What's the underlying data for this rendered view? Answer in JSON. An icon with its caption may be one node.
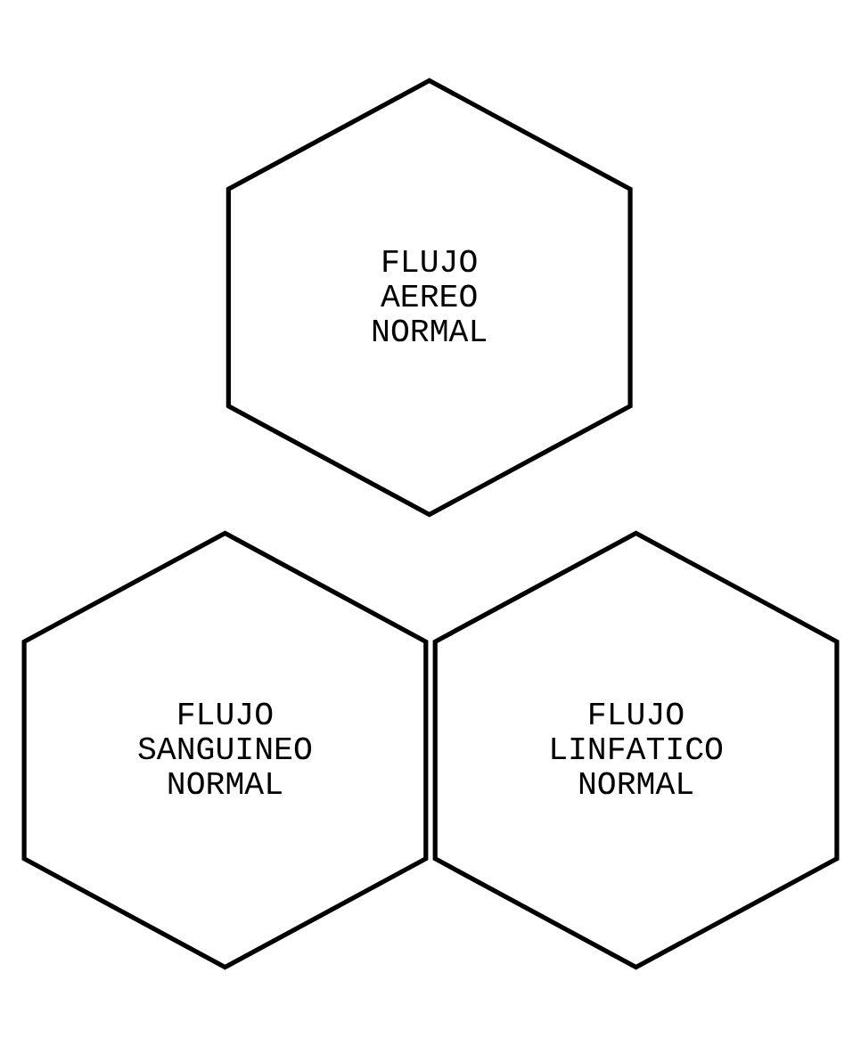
{
  "diagram": {
    "nodes": [
      {
        "text": [
          "FLUJO AEREO NORMAL"
        ]
      },
      {
        "text": [
          "FLUJO SANGUINEO NORMAL"
        ]
      },
      {
        "text": [
          "FLUJO LINFATICO NORMAL"
        ]
      }
    ]
  }
}
